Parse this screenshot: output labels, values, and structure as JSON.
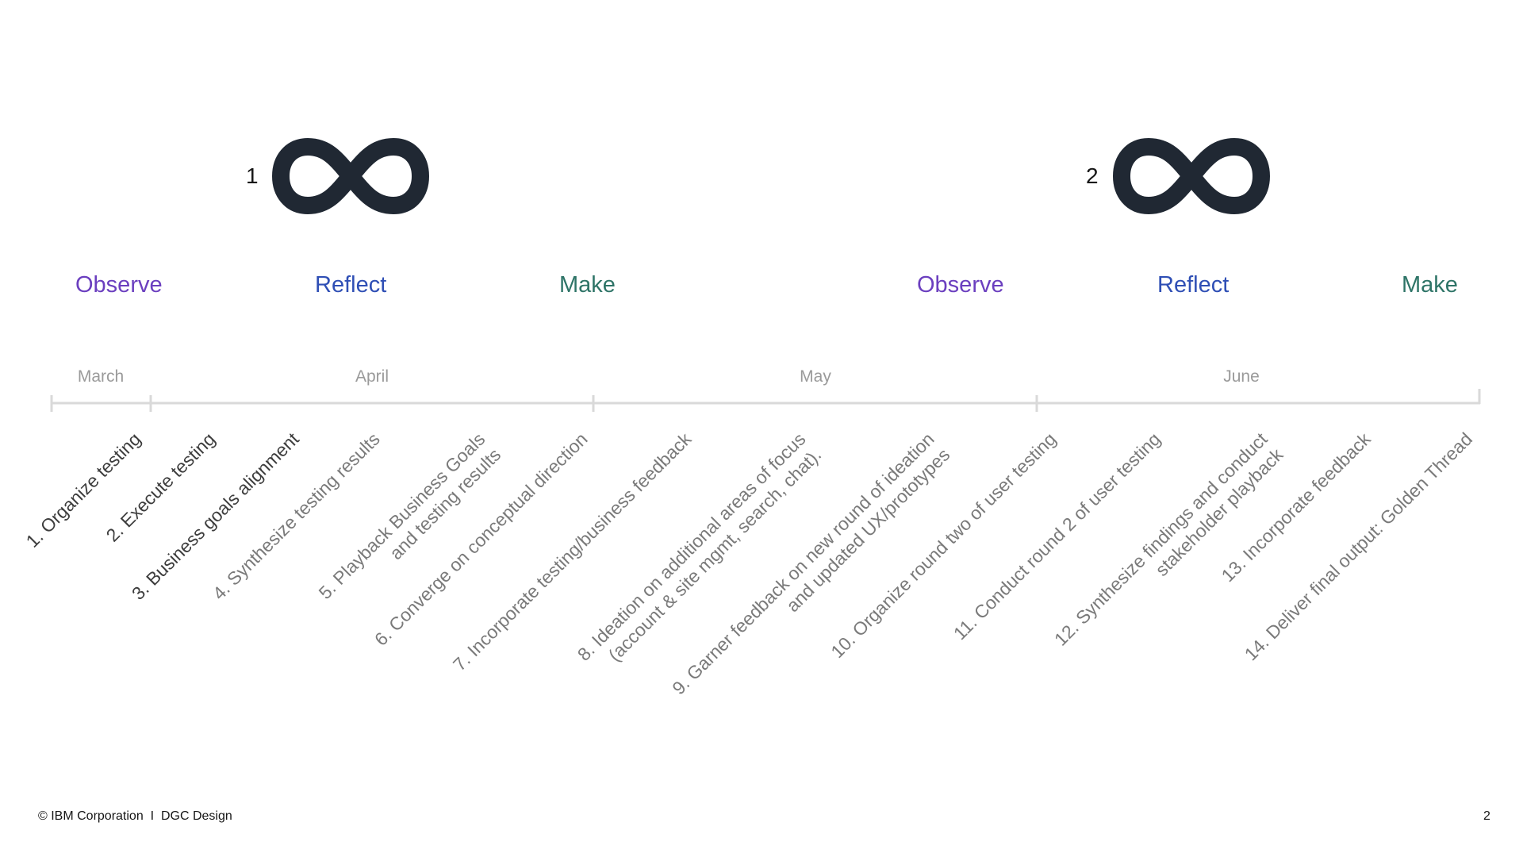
{
  "loops": [
    {
      "number": "1",
      "icon": "infinity-icon"
    },
    {
      "number": "2",
      "icon": "infinity-icon"
    }
  ],
  "phases": [
    {
      "label": "Observe",
      "color": "#6b3fbf"
    },
    {
      "label": "Reflect",
      "color": "#2f4fb5"
    },
    {
      "label": "Make",
      "color": "#2e7467"
    },
    {
      "label": "Observe",
      "color": "#6b3fbf"
    },
    {
      "label": "Reflect",
      "color": "#2f4fb5"
    },
    {
      "label": "Make",
      "color": "#2e7467"
    }
  ],
  "months": [
    "March",
    "April",
    "May",
    "June"
  ],
  "steps": [
    "1. Organize testing",
    "2. Execute testing",
    "3. Business goals alignment",
    "4. Synthesize testing results",
    "5. Playback Business Goals\nand testing results",
    "6. Converge on conceptual direction",
    "7. Incorporate testing/business feedback",
    "8. Ideation on additional areas of focus\n(account & site mgmt, search, chat).",
    "9. Garner feedback on new round of ideation\nand updated UX/prototypes",
    "10. Organize round two of user testing",
    "11. Conduct round 2 of user testing",
    "12. Synthesize findings and conduct\nstakeholder playback",
    "13. Incorporate feedback",
    "14. Deliver final output: Golden Thread"
  ],
  "footer": {
    "left": "© IBM Corporation  I  DGC Design",
    "page": "2"
  },
  "colors": {
    "icon": "#202833",
    "timeline": "#d9d9d9",
    "month": "#9a9a9a"
  }
}
